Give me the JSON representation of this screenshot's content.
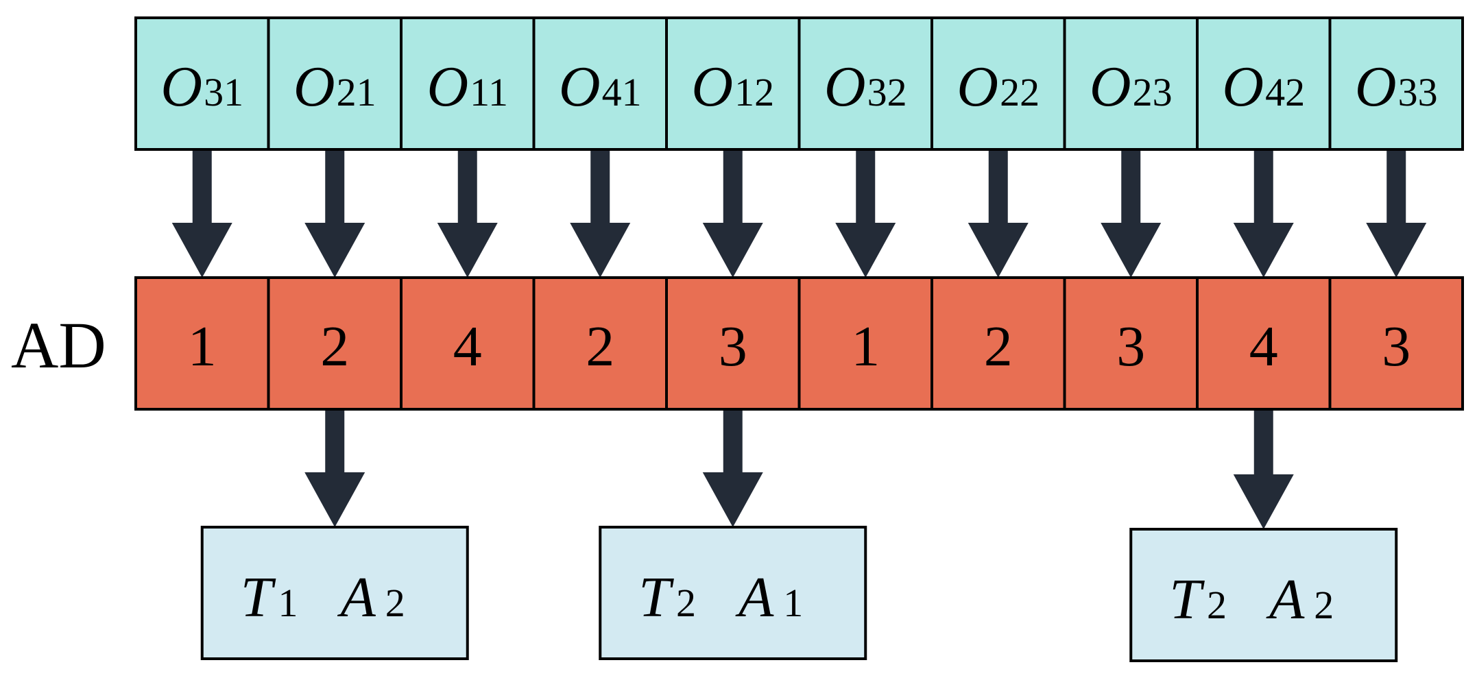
{
  "operations": [
    {
      "letter": "O",
      "sub": "31"
    },
    {
      "letter": "O",
      "sub": "21"
    },
    {
      "letter": "O",
      "sub": "11"
    },
    {
      "letter": "O",
      "sub": "41"
    },
    {
      "letter": "O",
      "sub": "12"
    },
    {
      "letter": "O",
      "sub": "32"
    },
    {
      "letter": "O",
      "sub": "22"
    },
    {
      "letter": "O",
      "sub": "23"
    },
    {
      "letter": "O",
      "sub": "42"
    },
    {
      "letter": "O",
      "sub": "33"
    }
  ],
  "ad_label": "AD",
  "ad_values": [
    "1",
    "2",
    "4",
    "2",
    "3",
    "1",
    "2",
    "3",
    "4",
    "3"
  ],
  "outputs": [
    {
      "from_index": 1,
      "t": "T",
      "t_sub": "1",
      "a": "A",
      "a_sub": "2"
    },
    {
      "from_index": 4,
      "t": "T",
      "t_sub": "2",
      "a": "A",
      "a_sub": "1"
    },
    {
      "from_index": 8,
      "t": "T",
      "t_sub": "2",
      "a": "A",
      "a_sub": "2"
    }
  ],
  "colors": {
    "operation_fill": "#ace8e3",
    "ad_fill": "#e86f53",
    "output_fill": "#d3eaf2",
    "arrow": "#232b37",
    "stroke": "#000000",
    "text": "#000000"
  }
}
